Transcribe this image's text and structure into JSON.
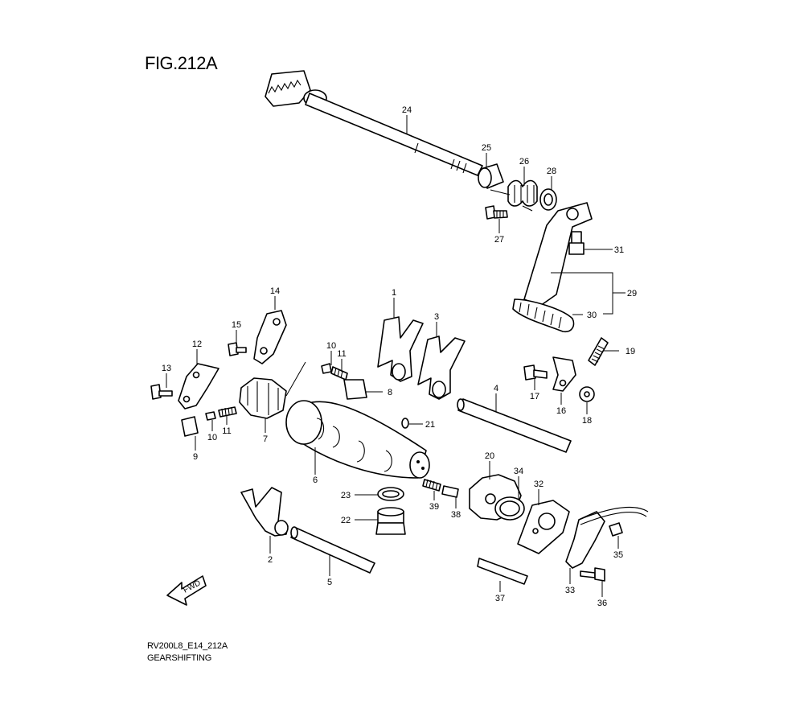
{
  "figure": {
    "title": "FIG.212A",
    "code": "RV200L8_E14_212A",
    "name": "GEARSHIFTING"
  },
  "fwd_label": "FWD",
  "callouts": {
    "c1": "1",
    "c2": "2",
    "c3": "3",
    "c4": "4",
    "c5": "5",
    "c6": "6",
    "c7": "7",
    "c8": "8",
    "c9": "9",
    "c10a": "10",
    "c10b": "10",
    "c11a": "11",
    "c11b": "11",
    "c12": "12",
    "c13": "13",
    "c14": "14",
    "c15": "15",
    "c16": "16",
    "c17": "17",
    "c18": "18",
    "c19": "19",
    "c20": "20",
    "c21": "21",
    "c22": "22",
    "c23": "23",
    "c24": "24",
    "c25": "25",
    "c26": "26",
    "c27": "27",
    "c28": "28",
    "c29": "29",
    "c30": "30",
    "c31": "31",
    "c32": "32",
    "c33": "33",
    "c34": "34",
    "c35": "35",
    "c36": "36",
    "c37": "37",
    "c38": "38",
    "c39": "39"
  }
}
